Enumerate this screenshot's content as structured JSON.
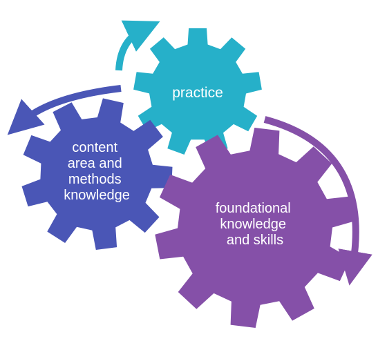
{
  "diagram": {
    "gears": [
      {
        "id": "practice",
        "lines": [
          "practice"
        ],
        "color": "#26b0c9"
      },
      {
        "id": "content",
        "lines": [
          "content",
          "area and",
          "methods",
          "knowledge"
        ],
        "color": "#4a56b6"
      },
      {
        "id": "foundational",
        "lines": [
          "foundational",
          "knowledge",
          "and skills"
        ],
        "color": "#8550a8"
      }
    ],
    "arrows": [
      {
        "id": "practice-arrow",
        "color": "#26b0c9"
      },
      {
        "id": "content-arrow",
        "color": "#4a56b6"
      },
      {
        "id": "foundational-arrow",
        "color": "#8550a8"
      }
    ]
  }
}
